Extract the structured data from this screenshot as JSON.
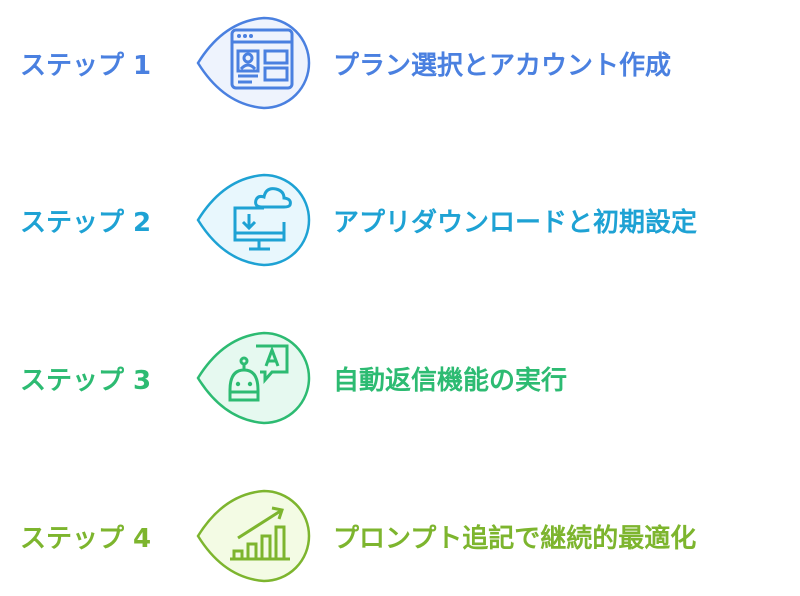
{
  "steps": [
    {
      "label": "ステップ 1",
      "title": "プラン選択とアカウント作成",
      "icon": "browser-profile-icon",
      "color": "#4a80e0",
      "fill": "#eef3fd"
    },
    {
      "label": "ステップ 2",
      "title": "アプリダウンロードと初期設定",
      "icon": "cloud-download-monitor-icon",
      "color": "#1ea2d4",
      "fill": "#e8f7fd"
    },
    {
      "label": "ステップ 3",
      "title": "自動返信機能の実行",
      "icon": "chatbot-icon",
      "color": "#2dbb72",
      "fill": "#e6f9f0"
    },
    {
      "label": "ステップ 4",
      "title": "プロンプト追記で継続的最適化",
      "icon": "growth-chart-icon",
      "color": "#7db52e",
      "fill": "#f3fbe4"
    }
  ]
}
